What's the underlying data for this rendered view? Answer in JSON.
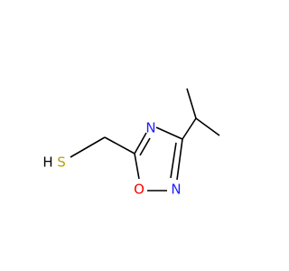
{
  "molecule": {
    "atoms": {
      "sulfur_hydrogen": "H",
      "sulfur": "S",
      "ring_nitrogen_top": "N",
      "ring_oxygen": "O",
      "ring_nitrogen_bottom": "N"
    },
    "colors": {
      "bond": "#000000",
      "sulfur": "#b5a300",
      "nitrogen": "#2020ff",
      "oxygen": "#ff0000",
      "hydrogen": "#000000"
    }
  }
}
